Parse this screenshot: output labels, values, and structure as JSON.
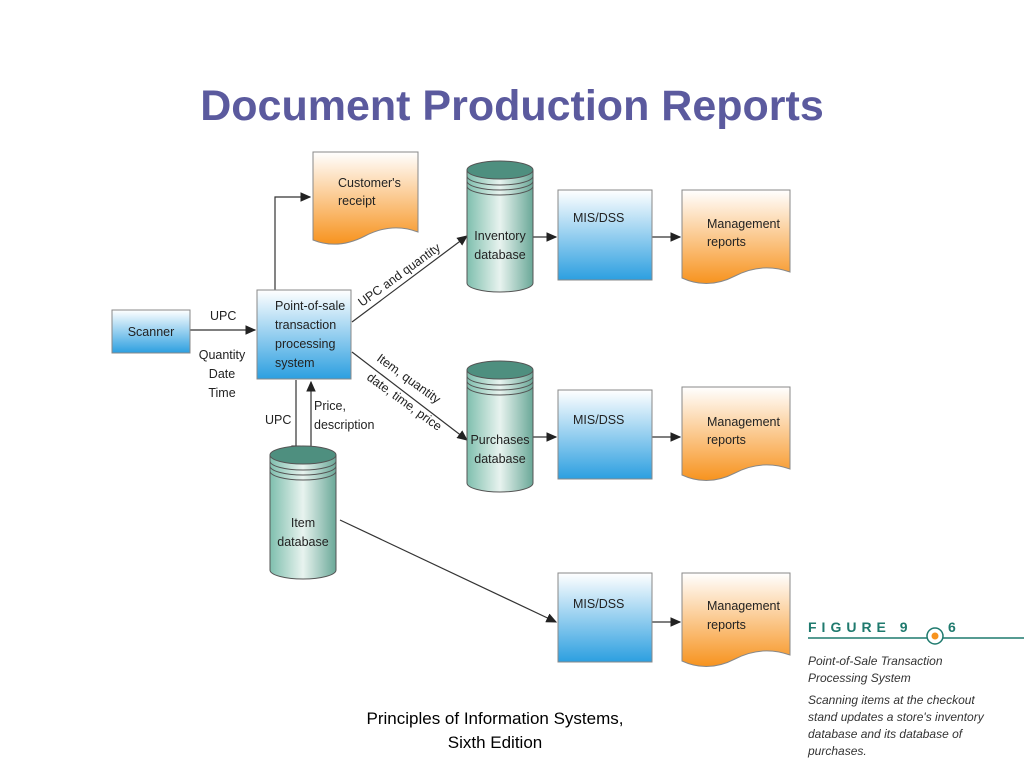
{
  "title": "Document Production Reports",
  "footer": {
    "line1": "Principles of Information Systems,",
    "line2": "Sixth Edition"
  },
  "nodes": {
    "scanner": "Scanner",
    "pos": [
      "Point-of-sale",
      "transaction",
      "processing",
      "system"
    ],
    "receipt": [
      "Customer's",
      "receipt"
    ],
    "item_db": [
      "Item",
      "database"
    ],
    "inventory_db": [
      "Inventory",
      "database"
    ],
    "purchases_db": [
      "Purchases",
      "database"
    ],
    "mis1": "MIS/DSS",
    "mis2": "MIS/DSS",
    "mis3": "MIS/DSS",
    "mgmt1": [
      "Management",
      "reports"
    ],
    "mgmt2": [
      "Management",
      "reports"
    ],
    "mgmt3": [
      "Management",
      "reports"
    ]
  },
  "edge_labels": {
    "upc_in": "UPC",
    "qdt": [
      "Quantity",
      "Date",
      "Time"
    ],
    "upc_down": "UPC",
    "price": [
      "Price,",
      "description"
    ],
    "upc_qty": "UPC and quantity",
    "item_qty": [
      "Item, quantity",
      "date, time, price"
    ]
  },
  "figure": {
    "label": "FIGURE 9",
    "num": "6",
    "caption_title": [
      "Point-of-Sale Transaction",
      "Processing System"
    ],
    "caption_text": [
      "Scanning items at the checkout",
      "stand updates a store's inventory",
      "database and its database of",
      "purchases."
    ]
  },
  "colors": {
    "title": "#5b5a9e",
    "blue": "#3ea6e0",
    "orange": "#f7931e",
    "teal": "#4e8f7f"
  }
}
